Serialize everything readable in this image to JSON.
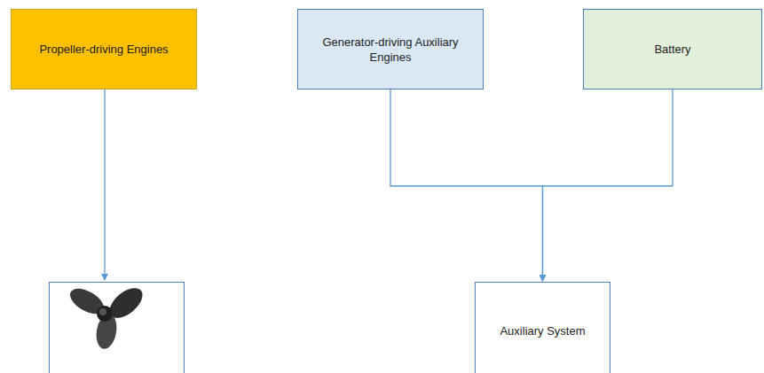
{
  "diagram": {
    "nodes": [
      {
        "text": [
          "Propeller-driving Engines"
        ]
      },
      {
        "text": [
          "Generator-driving Auxiliary Engines"
        ]
      },
      {
        "text": [
          "Battery"
        ]
      },
      {
        "text": [
          "Auxiliary System"
        ]
      }
    ],
    "edges": [
      {
        "from": 1,
        "to": 3,
        "arrow": "to"
      },
      {
        "from": 2,
        "to": 3,
        "arrow": "to"
      }
    ]
  }
}
